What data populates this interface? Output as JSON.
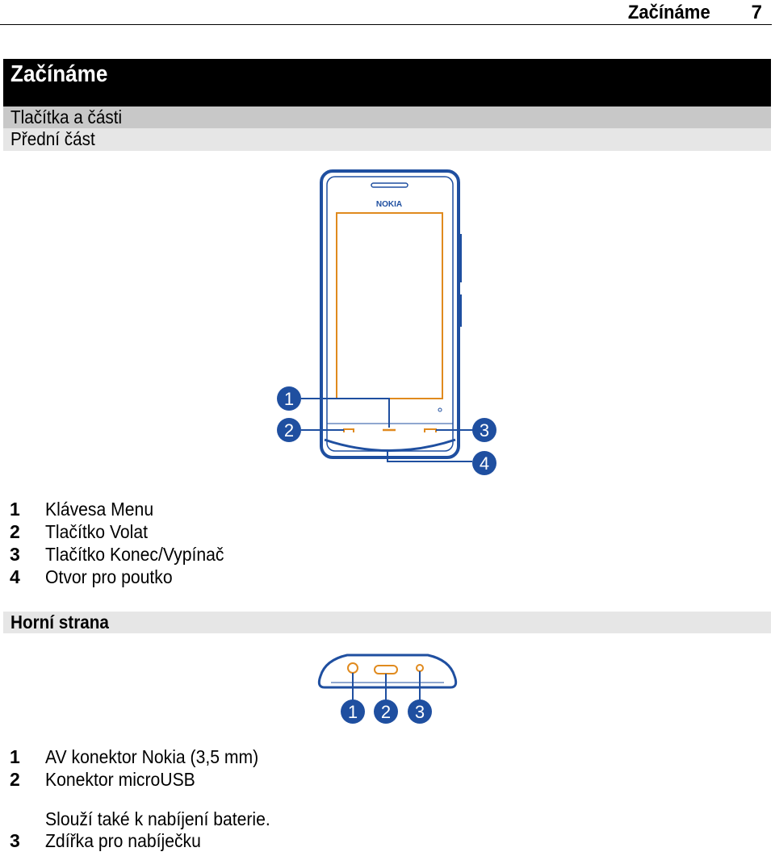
{
  "header": {
    "running_title": "Začínáme",
    "page_number": "7"
  },
  "chapter": {
    "title": "Začínáme"
  },
  "section": {
    "title": "Tlačítka a části"
  },
  "front": {
    "title": "Přední část",
    "brand": "NOKIA",
    "callouts": [
      "1",
      "2",
      "3",
      "4"
    ],
    "legend": [
      {
        "num": "1",
        "label": "Klávesa Menu"
      },
      {
        "num": "2",
        "label": "Tlačítko Volat"
      },
      {
        "num": "3",
        "label": "Tlačítko Konec/Vypínač"
      },
      {
        "num": "4",
        "label": "Otvor pro poutko"
      }
    ]
  },
  "top": {
    "title": "Horní strana",
    "callouts": [
      "1",
      "2",
      "3"
    ],
    "legend": [
      {
        "num": "1",
        "label": "AV konektor Nokia (3,5 mm)"
      },
      {
        "num": "2",
        "label": "Konektor microUSB"
      }
    ],
    "note": "Slouží také k nabíjení baterie.",
    "legend_after_note": [
      {
        "num": "3",
        "label": "Zdířka pro nabíječku"
      }
    ]
  },
  "colors": {
    "phone_outline": "#1f4fa0",
    "highlight": "#e08a1e",
    "callout_bg": "#1f4fa0"
  }
}
